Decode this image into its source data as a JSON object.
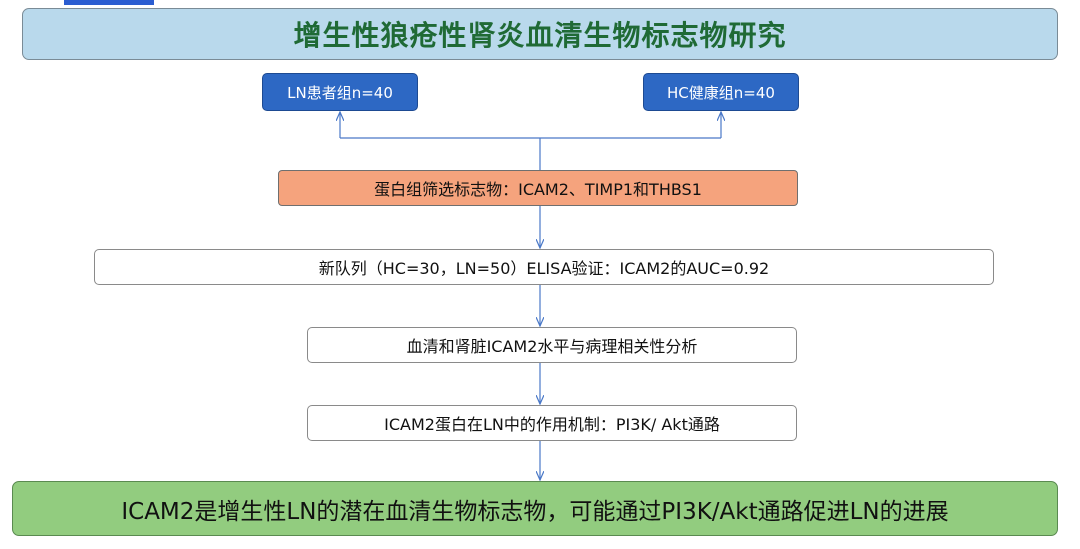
{
  "title": "增生性狼疮性肾炎血清生物标志物研究",
  "groups": {
    "ln": "LN患者组n=40",
    "hc": "HC健康组n=40"
  },
  "steps": {
    "proteomics": "蛋白组筛选标志物：ICAM2、TIMP1和THBS1",
    "elisa": "新队列（HC=30，LN=50）ELISA验证：ICAM2的AUC=0.92",
    "correlation": "血清和肾脏ICAM2水平与病理相关性分析",
    "mechanism": "ICAM2蛋白在LN中的作用机制：PI3K/  Akt通路"
  },
  "conclusion": "ICAM2是增生性LN的潜在血清生物标志物，可能通过PI3K/Akt通路促进LN的进展",
  "colors": {
    "title_bg": "#b9d9ec",
    "title_text": "#1f6a35",
    "group_bg": "#2d68c4",
    "proteomics_bg": "#f5a37d",
    "conclusion_bg": "#92cc7f",
    "connector": "#4a78c8"
  }
}
